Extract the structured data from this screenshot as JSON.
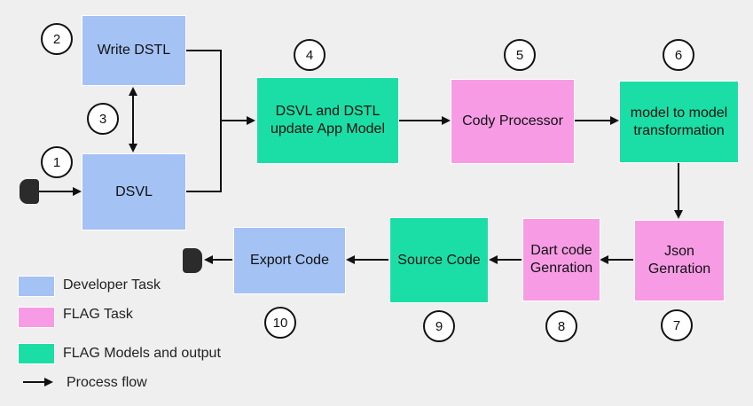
{
  "boxes": {
    "write_dstl": "Write DSTL",
    "dsvl": "DSVL",
    "update_app_model": "DSVL and DSTL\nupdate App Model",
    "cody_processor": "Cody Processor",
    "model_transformation": "model to model\ntransformation",
    "json_generation": "Json\nGenration",
    "dart_code_generation": "Dart code\nGenration",
    "source_code": "Source Code",
    "export_code": "Export Code"
  },
  "step_numbers": {
    "write_dstl": "2",
    "link": "3",
    "dsvl": "1",
    "update_app_model": "4",
    "cody_processor": "5",
    "model_transformation": "6",
    "json_generation": "7",
    "dart_code_generation": "8",
    "source_code": "9",
    "export_code": "10"
  },
  "legend": {
    "developer_task": "Developer Task",
    "flag_task": "FLAG Task",
    "flag_models": "FLAG Models and output",
    "process_flow": "Process flow"
  },
  "colors": {
    "developer_task": "#a4c2f4",
    "flag_task": "#f79be5",
    "flag_models": "#1bdea6",
    "background": "#efefef"
  }
}
